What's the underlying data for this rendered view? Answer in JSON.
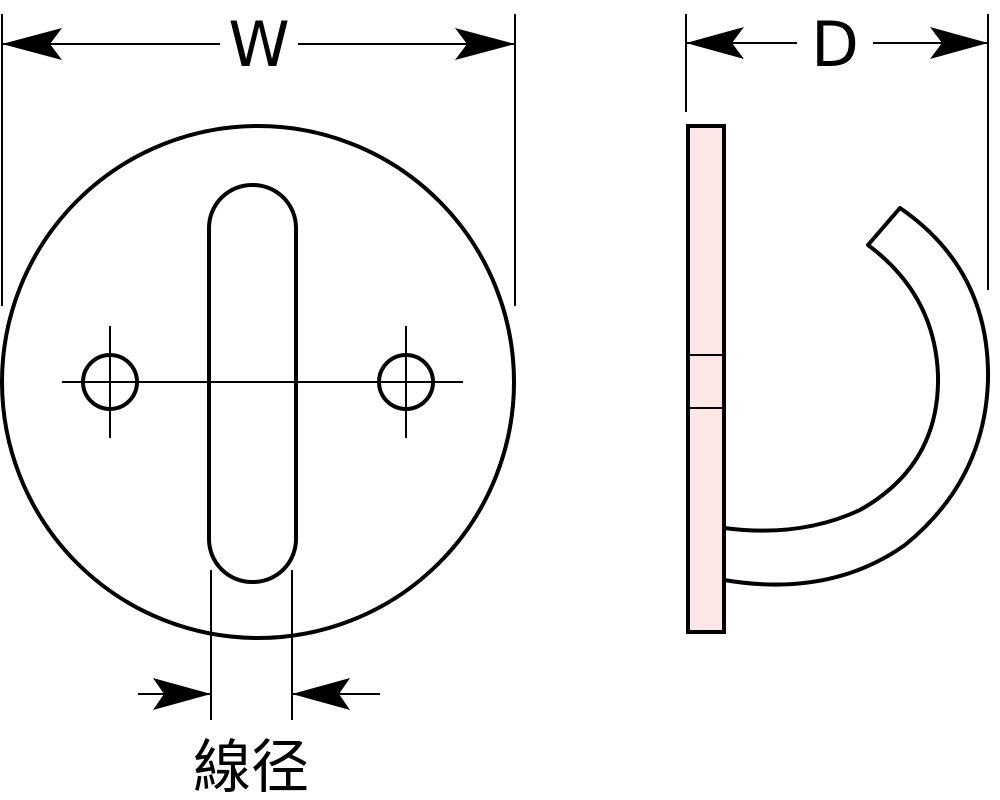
{
  "labels": {
    "width": "W",
    "depth": "D",
    "wire_diameter": "線径"
  },
  "colors": {
    "line": "#000000",
    "background": "#ffffff",
    "plate_side_fill": "#fde6e6"
  }
}
